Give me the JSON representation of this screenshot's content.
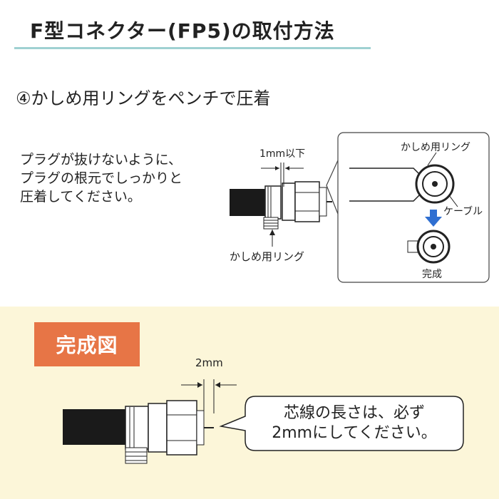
{
  "title": "F型コネクター(FP5)の取付方法",
  "step": "④かしめ用リングをペンチで圧着",
  "instructions": [
    "プラグが抜けないように、",
    "プラグの根元でしっかりと",
    "圧着してください。"
  ],
  "figure1": {
    "dim_label": "1mm以下",
    "ring_label": "かしめ用リング"
  },
  "detail": {
    "ring_label": "かしめ用リング",
    "cable_label": "ケーブル",
    "done_label": "完成"
  },
  "completed": {
    "badge": "完成図",
    "dim_label": "2mm",
    "note_lines": [
      "芯線の長さは、必ず",
      "2mmにしてください。"
    ]
  },
  "colors": {
    "accent_line": "#9fd1d2",
    "badge": "#e77546",
    "bottom_bg": "#fcf6d9",
    "arrow": "#2f6fd1"
  }
}
